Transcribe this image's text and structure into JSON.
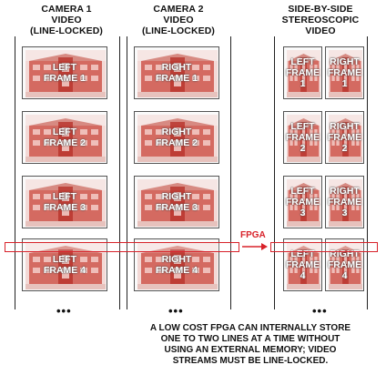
{
  "columns": [
    {
      "title": [
        "CAMERA 1",
        "VIDEO",
        "(LINE-LOCKED)"
      ],
      "frames": [
        [
          "LEFT",
          "FRAME 1"
        ],
        [
          "LEFT",
          "FRAME 2"
        ],
        [
          "LEFT",
          "FRAME 3"
        ],
        [
          "LEFT",
          "FRAME 4"
        ]
      ]
    },
    {
      "title": [
        "CAMERA 2",
        "VIDEO",
        "(LINE-LOCKED)"
      ],
      "frames": [
        [
          "RIGHT",
          "FRAME 1"
        ],
        [
          "RIGHT",
          "FRAME 2"
        ],
        [
          "RIGHT",
          "FRAME 3"
        ],
        [
          "RIGHT",
          "FRAME 4"
        ]
      ]
    },
    {
      "title": [
        "SIDE-BY-SIDE",
        "STEREOSCOPIC",
        "VIDEO"
      ],
      "frames": [
        {
          "left": [
            "LEFT",
            "FRAME",
            "1"
          ],
          "right": [
            "RIGHT",
            "FRAME",
            "1"
          ]
        },
        {
          "left": [
            "LEFT",
            "FRAME",
            "2"
          ],
          "right": [
            "RIGHT",
            "FRAME",
            "2"
          ]
        },
        {
          "left": [
            "LEFT",
            "FRAME",
            "3"
          ],
          "right": [
            "RIGHT",
            "FRAME",
            "3"
          ]
        },
        {
          "left": [
            "LEFT",
            "FRAME",
            "4"
          ],
          "right": [
            "RIGHT",
            "FRAME",
            "4"
          ]
        }
      ]
    }
  ],
  "ellipsis": "•••",
  "fpga_label": "FPGA",
  "caption": [
    "A LOW COST FPGA CAN INTERNALLY STORE",
    "ONE TO TWO LINES AT A TIME WITHOUT",
    "USING AN EXTERNAL MEMORY; VIDEO",
    "STREAMS MUST BE LINE-LOCKED."
  ],
  "colors": {
    "highlight": "#d8222a",
    "building": "#c9443a"
  }
}
